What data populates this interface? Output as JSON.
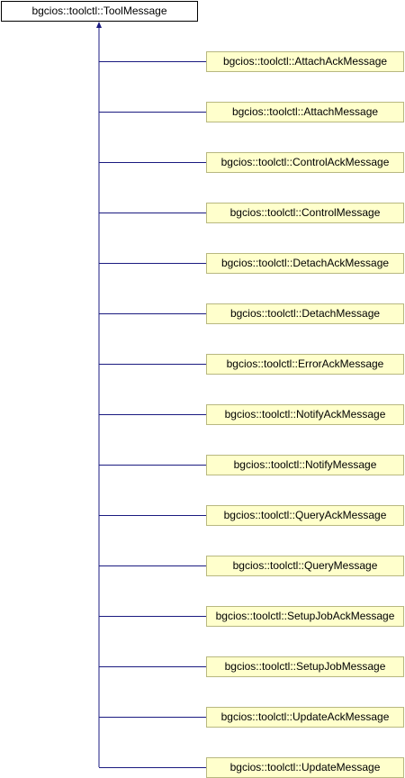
{
  "base_class": "bgcios::toolctl::ToolMessage",
  "derived_classes": [
    "bgcios::toolctl::AttachAckMessage",
    "bgcios::toolctl::AttachMessage",
    "bgcios::toolctl::ControlAckMessage",
    "bgcios::toolctl::ControlMessage",
    "bgcios::toolctl::DetachAckMessage",
    "bgcios::toolctl::DetachMessage",
    "bgcios::toolctl::ErrorAckMessage",
    "bgcios::toolctl::NotifyAckMessage",
    "bgcios::toolctl::NotifyMessage",
    "bgcios::toolctl::QueryAckMessage",
    "bgcios::toolctl::QueryMessage",
    "bgcios::toolctl::SetupJobAckMessage",
    "bgcios::toolctl::SetupJobMessage",
    "bgcios::toolctl::UpdateAckMessage",
    "bgcios::toolctl::UpdateMessage"
  ],
  "colors": {
    "edge": "#1a1a80",
    "derived_fill": "#ffffcc",
    "derived_border": "#b8b880",
    "base_fill": "#ffffff",
    "base_border": "#000000"
  }
}
